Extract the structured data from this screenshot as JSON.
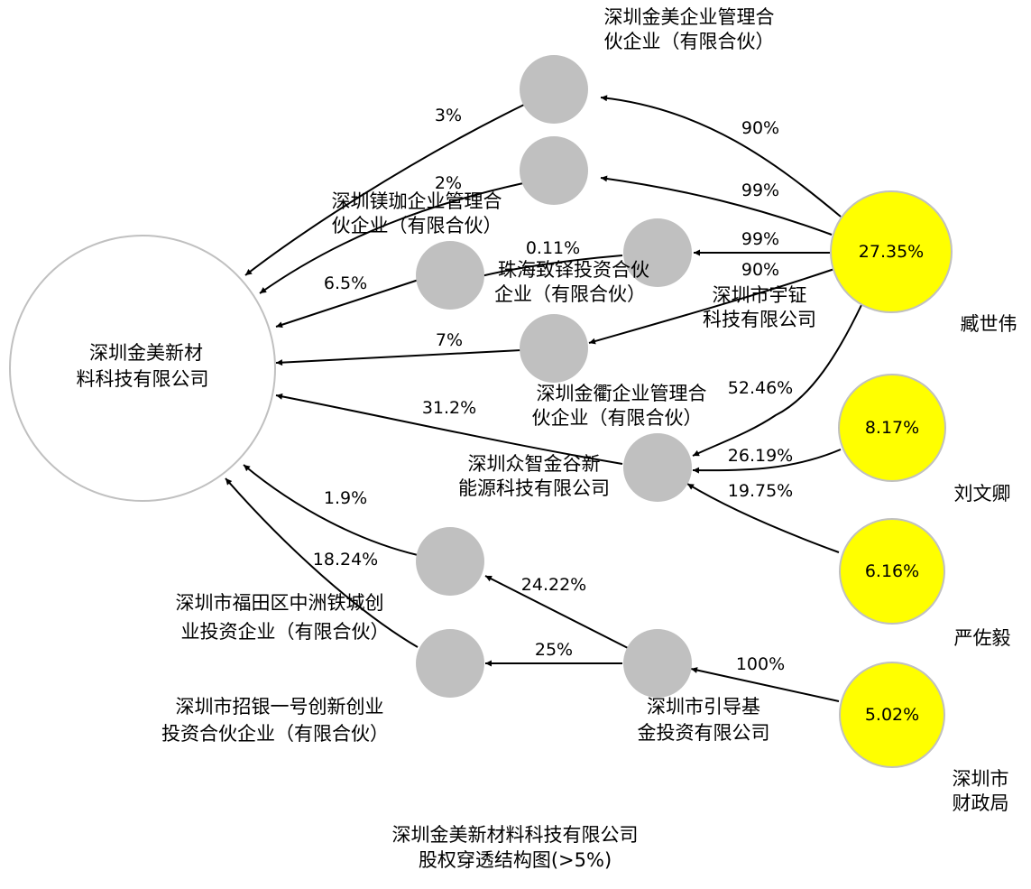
{
  "title": {
    "line1": "深圳金美新材料科技有限公司",
    "line2": "股权穿透结构图(>5%)"
  },
  "nodes": {
    "target": [
      "深圳金美新材",
      "料科技有限公司"
    ],
    "jinmei_mgmt": [
      "深圳金美企业管理合",
      "伙企业（有限合伙）"
    ],
    "meijia_mgmt": [
      "深圳镁珈企业管理合",
      "伙企业（有限合伙）"
    ],
    "zhuhai": [
      "珠海致铎投资合伙",
      "企业（有限合伙）"
    ],
    "yuzheng": [
      "深圳市宇钲",
      "科技有限公司"
    ],
    "jinqu_mgmt": [
      "深圳金衢企业管理合",
      "伙企业（有限合伙）"
    ],
    "zhongzhi": [
      "深圳众智金谷新",
      "能源科技有限公司"
    ],
    "futian": [
      "深圳市福田区中洲铁城创",
      "业投资企业（有限合伙）"
    ],
    "zhaoyin": [
      "深圳市招银一号创新创业",
      "投资合伙企业（有限合伙）"
    ],
    "yindao": [
      "深圳市引导基",
      "金投资有限公司"
    ],
    "zang": {
      "name": "臧世伟",
      "pct": "27.35%"
    },
    "liu": {
      "name": "刘文卿",
      "pct": "8.17%"
    },
    "yan": {
      "name": "严佐毅",
      "pct": "6.16%"
    },
    "czj": {
      "name": [
        "深圳市",
        "财政局"
      ],
      "pct": "5.02%"
    }
  },
  "edges": {
    "jinmei_target": "3%",
    "meijia_target": "2%",
    "zhuhai_target": "0.11%",
    "yuzheng_target": "6.5%",
    "jinqu_target": "7%",
    "zhongzhi_target": "31.2%",
    "futian_target": "1.9%",
    "zhaoyin_target": "18.24%",
    "zang_jinmei": "90%",
    "zang_meijia": "99%",
    "zang_zhuhai": "99%",
    "zang_jinqu": "90%",
    "zang_zhongzhi": "52.46%",
    "liu_zhongzhi": "26.19%",
    "yan_zhongzhi": "19.75%",
    "yindao_futian": "24.22%",
    "yindao_zhaoyin": "25%",
    "czj_yindao": "100%"
  },
  "colors": {
    "person_node": "#ffff00",
    "entity_node": "#c0c0c0",
    "target_node": "#ffffff",
    "edge": "#000000"
  }
}
